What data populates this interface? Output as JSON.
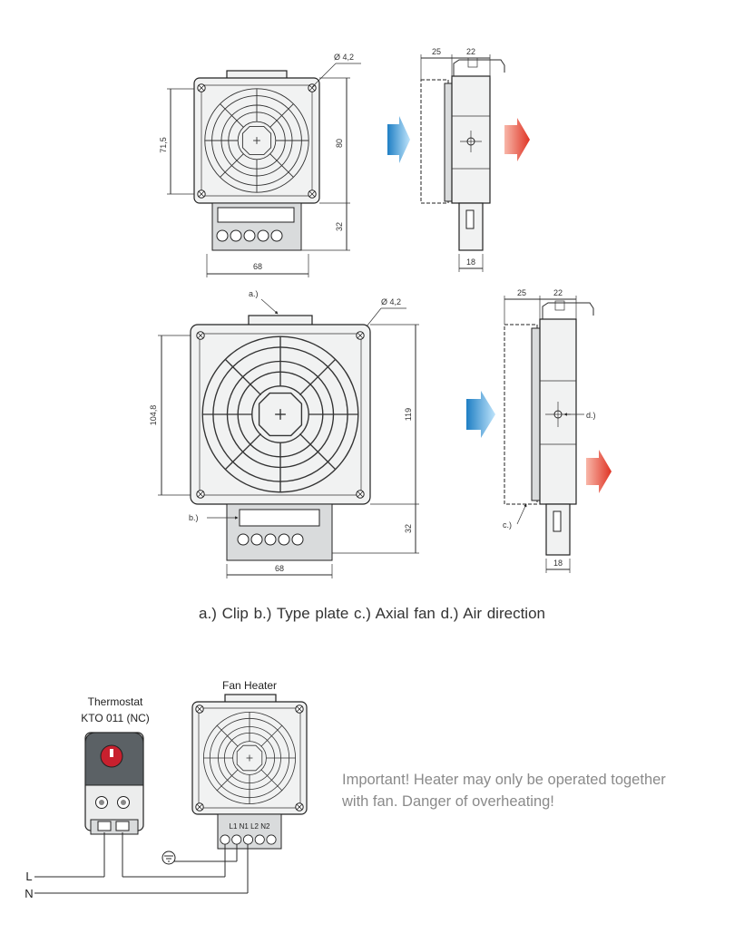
{
  "top_view": {
    "dims": {
      "diameter": "Ø 4,2",
      "h_left": "71,5",
      "h_right": "80",
      "h_bottom": "32",
      "w_bottom": "68"
    },
    "side": {
      "w1": "25",
      "w2": "22",
      "w_bottom": "18"
    }
  },
  "bottom_view": {
    "dims": {
      "diameter": "Ø 4,2",
      "h_left": "104,8",
      "h_right": "119",
      "h_bottom": "32",
      "w_bottom": "68"
    },
    "side": {
      "w1": "25",
      "w2": "22",
      "w_bottom": "18"
    },
    "callouts": {
      "a": "a.)",
      "b": "b.)",
      "c": "c.)",
      "d": "d.)"
    }
  },
  "legend": "a.) Clip  b.) Type plate   c.) Axial fan  d.) Air direction",
  "wiring": {
    "thermostat_title": "Thermostat",
    "thermostat_model": "KTO 011 (NC)",
    "fan_heater_title": "Fan Heater",
    "terminals": "L1 N1 L2 N2",
    "line_l": "L",
    "line_n": "N"
  },
  "warning": {
    "line1": "Important! Heater may only be operated together",
    "line2": "with fan. Danger of overheating!"
  },
  "colors": {
    "air_in": "#3a9ad9",
    "air_out": "#e8473c",
    "knob": "#c8202e"
  }
}
